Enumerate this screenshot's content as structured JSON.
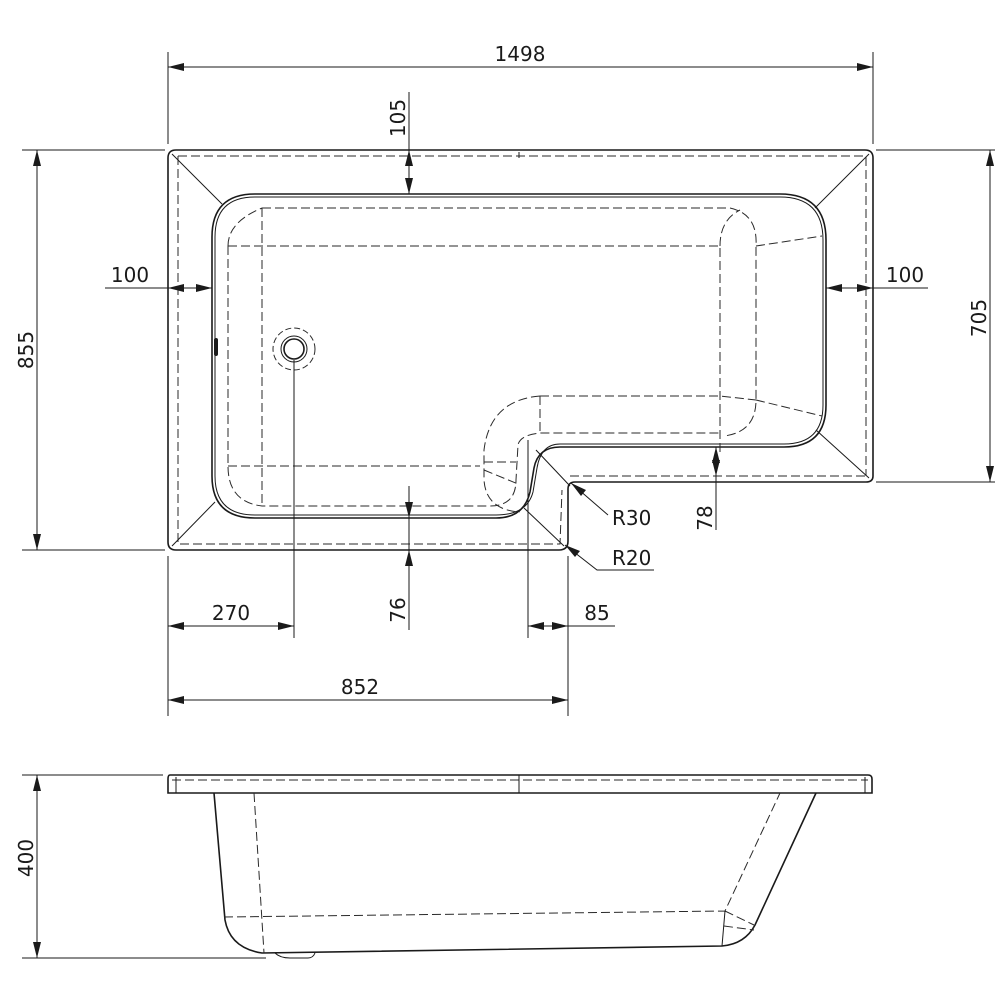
{
  "drawing": {
    "subject": "L-shaped shower bath technical drawing",
    "colors": {
      "line": "#1a1a1a",
      "background": "#ffffff"
    },
    "plan_view": {
      "dimensions": {
        "overall_length": "1498",
        "overall_width": "855",
        "narrow_end_width": "705",
        "rim_top": "105",
        "rim_left": "100",
        "rim_right": "100",
        "rim_bottom": "76",
        "step_rim": "78",
        "waste_offset": "270",
        "step_offset": "85",
        "wide_section_length": "852",
        "inner_radius": "R30",
        "outer_radius": "R20"
      }
    },
    "side_view": {
      "dimensions": {
        "depth": "400"
      }
    }
  }
}
